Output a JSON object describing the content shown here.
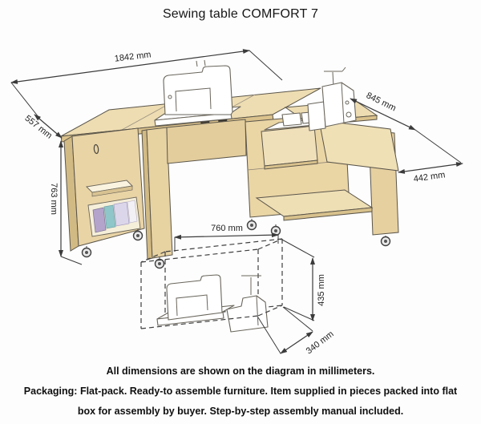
{
  "title": "Sewing table COMFORT 7",
  "diagram": {
    "dim_width_total": "1842 mm",
    "dim_depth_left": "557 mm",
    "dim_height": "763 mm",
    "dim_depth_right": "845 mm",
    "dim_right_wing": "442 mm",
    "inset": {
      "dim_width": "760 mm",
      "dim_height": "435 mm",
      "dim_depth": "340 mm"
    }
  },
  "footer": {
    "line1": "All dimensions are shown on the diagram in millimeters.",
    "line2": "Packaging:  Flat-pack. Ready-to assemble furniture. Item supplied in pieces packed into flat",
    "line3": "box for assembly by buyer.  Step-by-step assembly manual included."
  },
  "colors": {
    "wood_top": "#eeddb2",
    "wood_front": "#e9d4a6",
    "wood_side": "#d2ba84",
    "outline": "#5a554a",
    "dim_line": "#3b3b3b",
    "item_purple": "#b4a3cb",
    "item_teal": "#8fc6c9",
    "item_lavender": "#dcd6ea"
  }
}
